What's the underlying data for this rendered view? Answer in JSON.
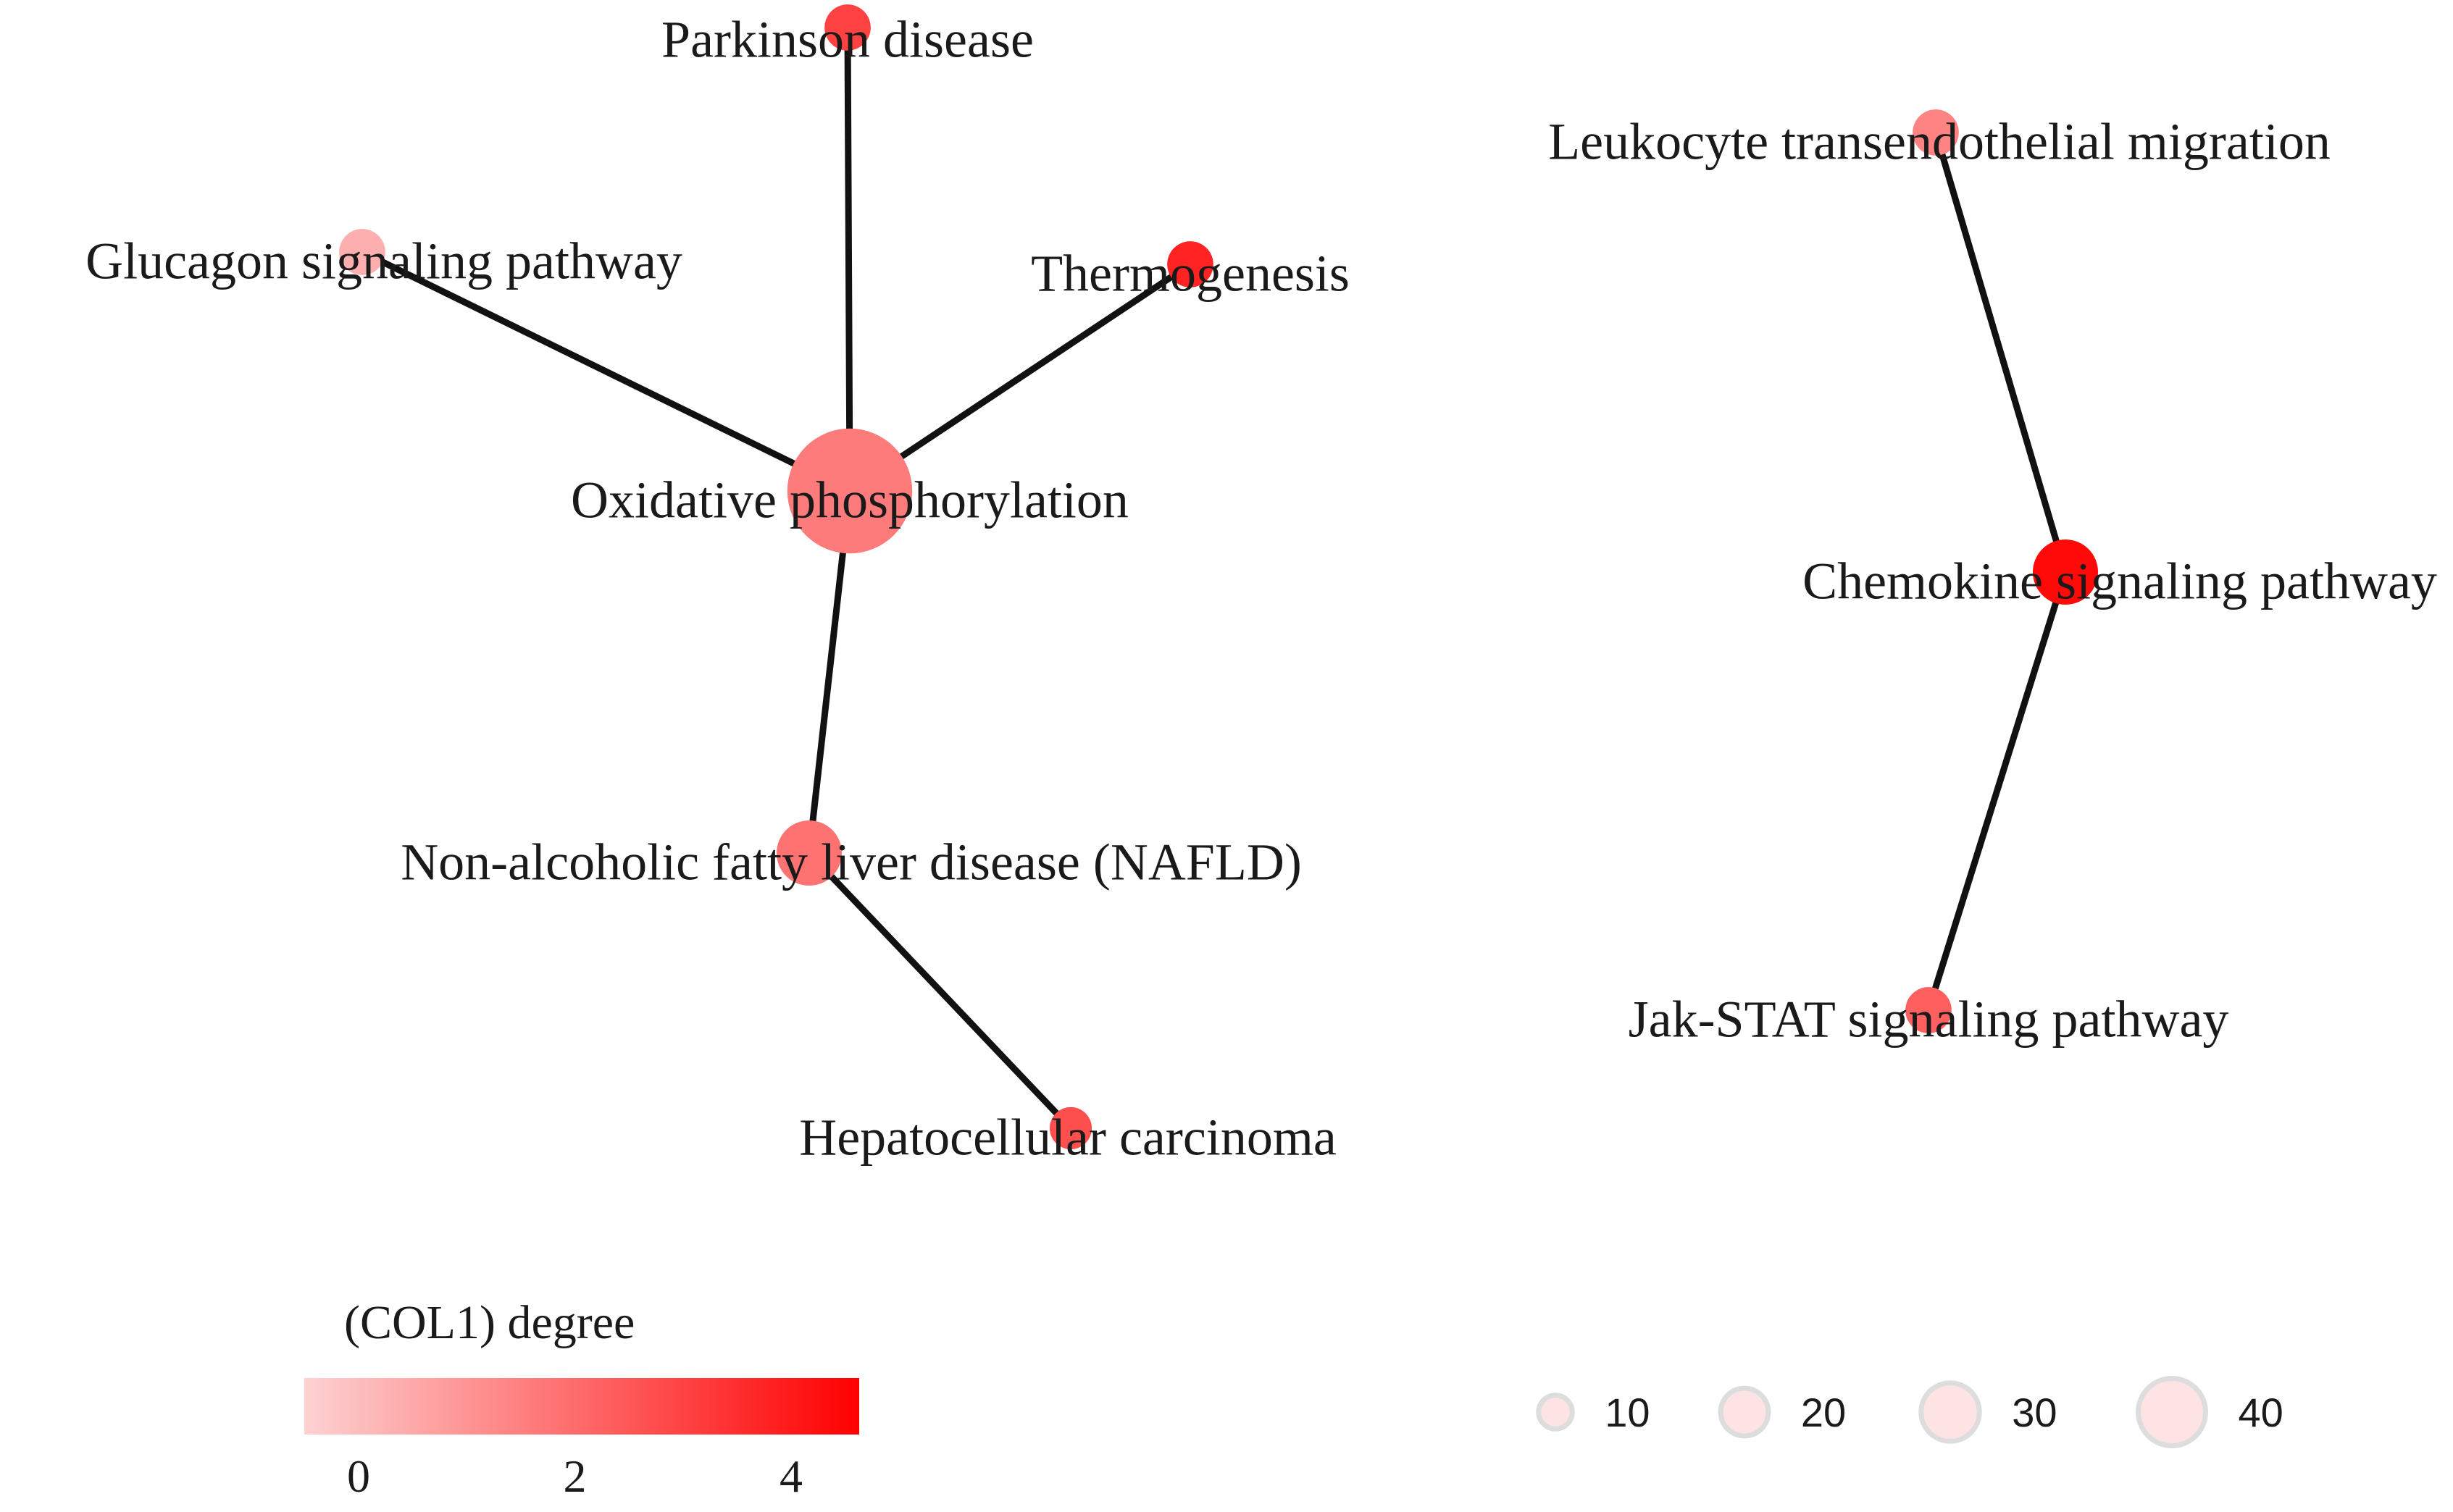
{
  "diagram": {
    "nodes": [
      {
        "id": "parkinson",
        "label": "Parkinson disease",
        "degree": 3.3,
        "size": 6
      },
      {
        "id": "glucagon",
        "label": "Glucagon signaling pathway",
        "degree": 0.8,
        "size": 6
      },
      {
        "id": "thermogenesis",
        "label": "Thermogenesis",
        "degree": 4.0,
        "size": 6
      },
      {
        "id": "oxphos",
        "label": "Oxidative phosphorylation",
        "degree": 2.0,
        "size": 44
      },
      {
        "id": "nafld",
        "label": "Non-alcoholic fatty liver disease (NAFLD)",
        "degree": 2.2,
        "size": 12
      },
      {
        "id": "hcc",
        "label": "Hepatocellular carcinoma",
        "degree": 3.0,
        "size": 5
      },
      {
        "id": "leukocyte",
        "label": "Leukocyte transendothelial migration",
        "degree": 1.8,
        "size": 6
      },
      {
        "id": "chemokine",
        "label": "Chemokine signaling pathway",
        "degree": 4.6,
        "size": 12
      },
      {
        "id": "jakstat",
        "label": "Jak-STAT signaling pathway",
        "degree": 2.6,
        "size": 6
      }
    ],
    "edges": [
      [
        "oxphos",
        "parkinson"
      ],
      [
        "oxphos",
        "glucagon"
      ],
      [
        "oxphos",
        "thermogenesis"
      ],
      [
        "oxphos",
        "nafld"
      ],
      [
        "nafld",
        "hcc"
      ],
      [
        "chemokine",
        "leukocyte"
      ],
      [
        "chemokine",
        "jakstat"
      ]
    ]
  },
  "color_legend": {
    "title": "(COL1) degree",
    "ticks": [
      0,
      2,
      4
    ],
    "range": [
      0,
      4.8
    ],
    "color_low": "#fdd2d2",
    "color_high": "#ff0000"
  },
  "size_legend": {
    "values": [
      10,
      20,
      30,
      40
    ],
    "labels": [
      "10",
      "20",
      "30",
      "40"
    ],
    "fill": "#fde3e3",
    "stroke": "#dddddd"
  }
}
